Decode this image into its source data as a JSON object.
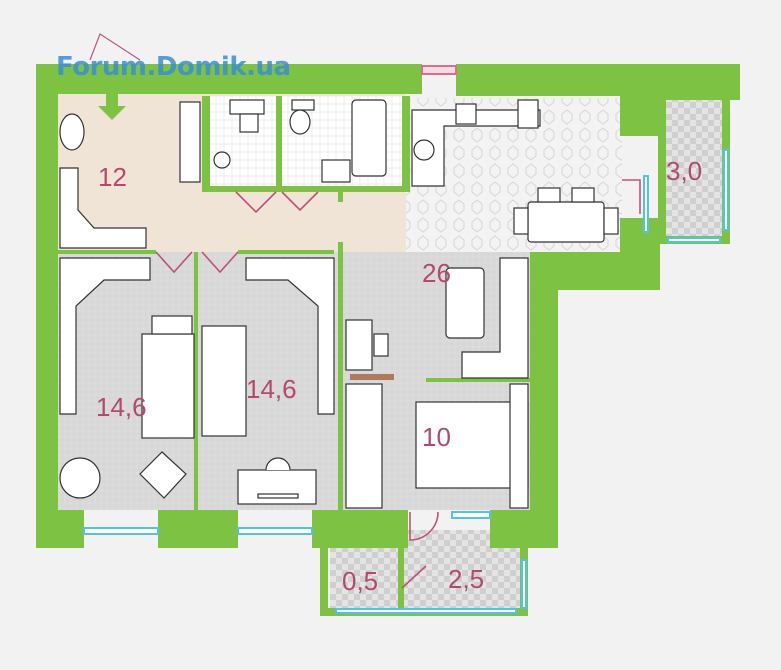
{
  "watermark": {
    "text": "Forum.Domik.ua"
  },
  "rooms": [
    {
      "id": "hall",
      "label": "12"
    },
    {
      "id": "kitchen-living",
      "label": "26"
    },
    {
      "id": "room-left",
      "label": "14,6"
    },
    {
      "id": "room-middle",
      "label": "14,6"
    },
    {
      "id": "bedroom",
      "label": "10"
    },
    {
      "id": "balcony-right",
      "label": "3,0"
    },
    {
      "id": "balcony-bottom-small",
      "label": "0,5"
    },
    {
      "id": "balcony-bottom-large",
      "label": "2,5"
    }
  ],
  "colors": {
    "wall": "#7dc242",
    "window": "#4fc3e8",
    "label": "#b24a6e",
    "floor_carpet": "#d8d8d8",
    "floor_hall": "#f0e6d8",
    "floor_tile": "#ececec",
    "watermark": "#3a8fd6",
    "door": "#c0527a",
    "furniture_line": "#333333"
  },
  "icons": {
    "entrance": "down-arrow-icon"
  }
}
